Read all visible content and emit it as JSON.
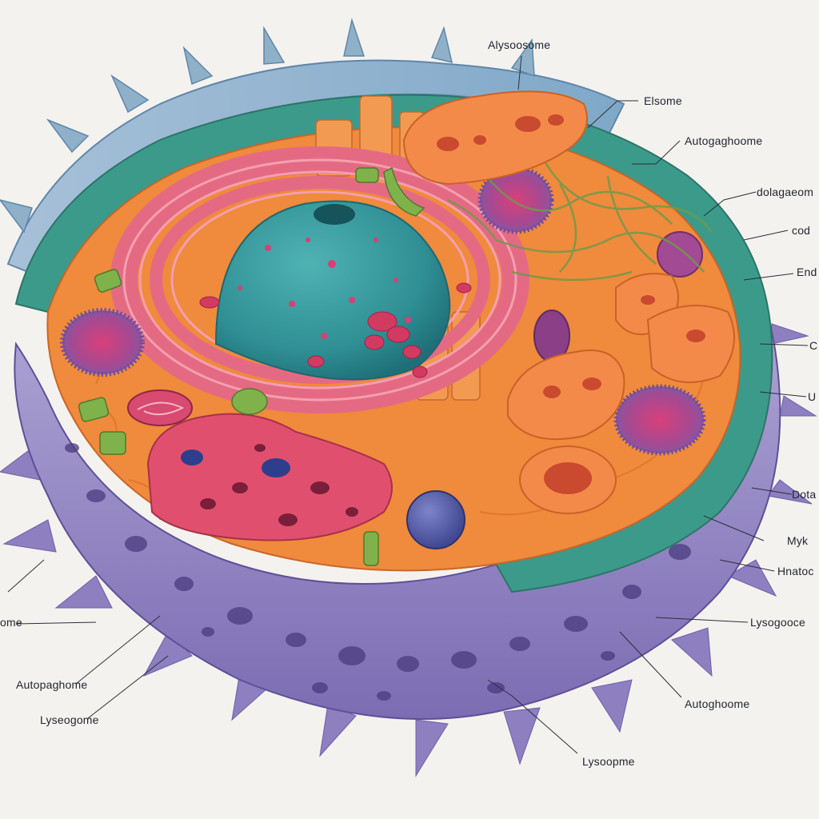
{
  "labels": {
    "top_alysosome": "Alysoosome",
    "elsome": "Elsome",
    "autogaghoome": "Autogaghoome",
    "dolagaeom": "dolagaeom",
    "cod": "cod",
    "end": "End",
    "c": "C",
    "u": "U",
    "dota": "Dota",
    "myk": "Myk",
    "hnatac": "Hnatoc",
    "lysogooce": "Lysogooce",
    "autoghoome": "Autoghoome",
    "lysoopme": "Lysoopme",
    "autopaghome": "Autopaghome",
    "lyseogome": "Lyseogome",
    "left_ome": "ome"
  },
  "colors": {
    "background": "#f4f2ee",
    "membrane_outer": "#9b8cc4",
    "membrane_top": "#8fb0c9",
    "teal_band": "#3c9a8a",
    "cytoplasm_orange": "#f08a3c",
    "nucleus": "#2f8f94",
    "nuclear_envelope": "#e56a86",
    "golgi_pink": "#e0506e",
    "lysosome_purple": "#8a4f9c",
    "organelle_orange": "#f38a4a"
  }
}
